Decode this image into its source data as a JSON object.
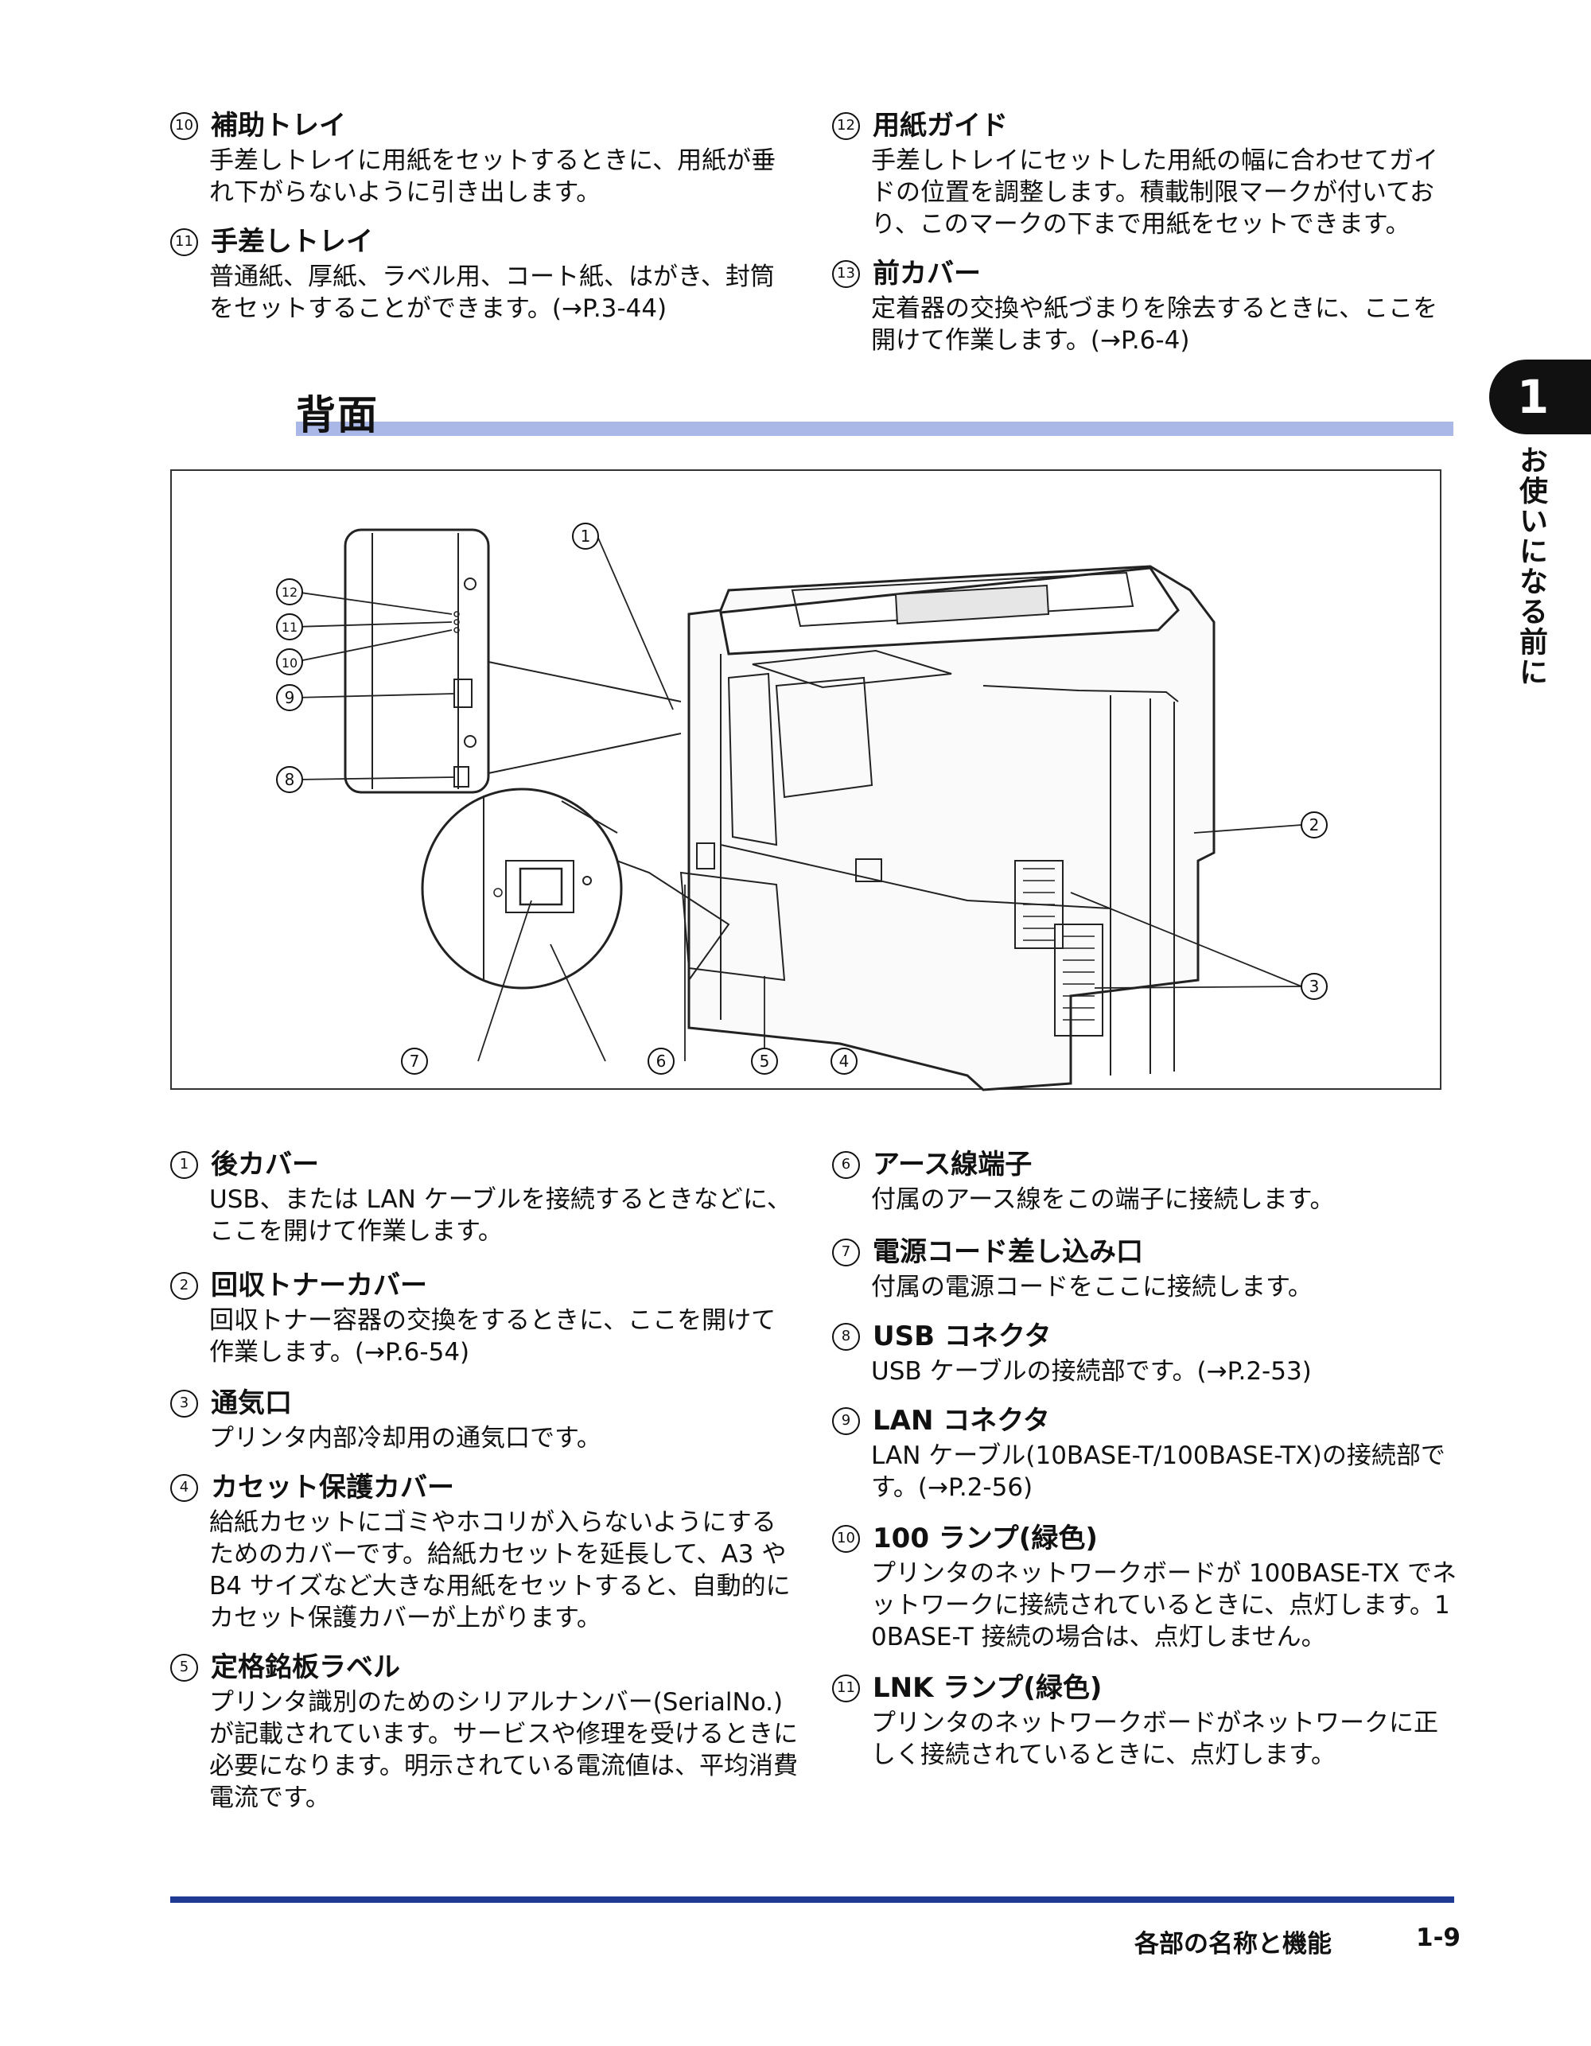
{
  "top_entries": [
    {
      "num": "10",
      "title": "補助トレイ",
      "body": "手差しトレイに用紙をセットするときに、用紙が垂れ下がらないように引き出します。"
    },
    {
      "num": "11",
      "title": "手差しトレイ",
      "body": "普通紙、厚紙、ラベル用、コート紙、はがき、封筒をセットすることができます。(→P.3-44)"
    },
    {
      "num": "12",
      "title": "用紙ガイド",
      "body": "手差しトレイにセットした用紙の幅に合わせてガイドの位置を調整します。積載制限マークが付いており、このマークの下まで用紙をセットできます。"
    },
    {
      "num": "13",
      "title": "前カバー",
      "body": "定着器の交換や紙づまりを除去するときに、ここを開けて作業します。(→P.6-4)"
    }
  ],
  "section_title": "背面",
  "figure_callouts": [
    "1",
    "2",
    "3",
    "4",
    "5",
    "6",
    "7",
    "8",
    "9",
    "10",
    "11",
    "12"
  ],
  "bottom_entries": [
    {
      "num": "1",
      "title": "後カバー",
      "body": "USB、または LAN ケーブルを接続するときなどに、ここを開けて作業します。"
    },
    {
      "num": "2",
      "title": "回収トナーカバー",
      "body": "回収トナー容器の交換をするときに、ここを開けて作業します。(→P.6-54)"
    },
    {
      "num": "3",
      "title": "通気口",
      "body": "プリンタ内部冷却用の通気口です。"
    },
    {
      "num": "4",
      "title": "カセット保護カバー",
      "body": "給紙カセットにゴミやホコリが入らないようにするためのカバーです。給紙カセットを延長して、A3 や B4 サイズなど大きな用紙をセットすると、自動的にカセット保護カバーが上がります。"
    },
    {
      "num": "5",
      "title": "定格銘板ラベル",
      "body": "プリンタ識別のためのシリアルナンバー(SerialNo.)が記載されています。サービスや修理を受けるときに必要になります。明示されている電流値は、平均消費電流です。"
    },
    {
      "num": "6",
      "title": "アース線端子",
      "body": "付属のアース線をこの端子に接続します。"
    },
    {
      "num": "7",
      "title": "電源コード差し込み口",
      "body": "付属の電源コードをここに接続します。"
    },
    {
      "num": "8",
      "title": "USB コネクタ",
      "body": "USB ケーブルの接続部です。(→P.2-53)"
    },
    {
      "num": "9",
      "title": "LAN コネクタ",
      "body": "LAN ケーブル(10BASE-T/100BASE-TX)の接続部です。(→P.2-56)"
    },
    {
      "num": "10",
      "title": "100 ランプ(緑色)",
      "body": "プリンタのネットワークボードが 100BASE-TX でネットワークに接続されているときに、点灯します。10BASE-T 接続の場合は、点灯しません。"
    },
    {
      "num": "11",
      "title": "LNK ランプ(緑色)",
      "body": "プリンタのネットワークボードがネットワークに正しく接続されているときに、点灯します。"
    }
  ],
  "chapter": {
    "number": "1",
    "title": "お使いになる前に"
  },
  "footer": {
    "section": "各部の名称と機能",
    "page": "1-9"
  }
}
